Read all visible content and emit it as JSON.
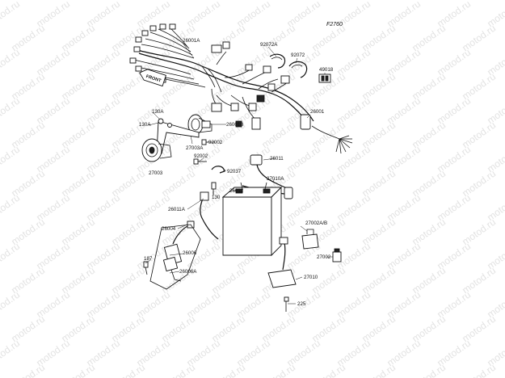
{
  "diagram_code": "F2760",
  "watermark_text": "motod.ru",
  "front_arrow_label": "FRONT",
  "parts": {
    "p26001A": "26001A",
    "p92072A": "92072A",
    "p92072": "92072",
    "p49018": "49018",
    "p26001": "26001",
    "p130A_top": "130A",
    "p130A_left": "130A",
    "p27003A": "27003A",
    "p26001B": "26001B",
    "p92002_a": "92002",
    "p92002_b": "92002",
    "p27003": "27003",
    "p92037": "92037",
    "p26011": "26011",
    "p27010A": "27010A",
    "p130": "130",
    "p26012": "26012",
    "p26011A": "26011A",
    "p26004": "26004",
    "p27002AB": "27002A/B",
    "p26006": "26006",
    "p187": "187",
    "p26006A": "26006A",
    "p27002": "27002",
    "p27010": "27010",
    "p225": "225"
  }
}
